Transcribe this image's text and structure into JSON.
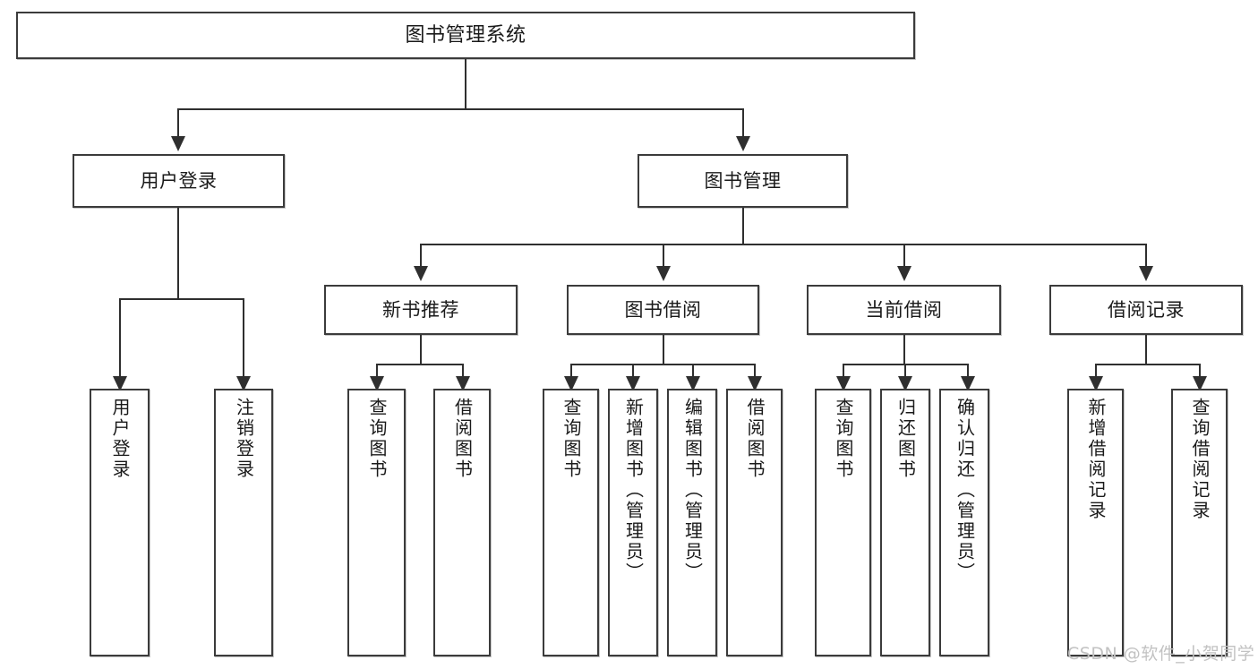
{
  "diagram": {
    "type": "tree-hierarchy-diagram",
    "title": "图书管理系统",
    "colors": {
      "box_border": "#3b3b3b",
      "box_fill": "#ffffff",
      "connector": "#2f2f2f",
      "text": "#1a1a1a",
      "watermark": "#c2c2c2",
      "background": "#ffffff"
    },
    "root": {
      "label": "图书管理系统"
    },
    "level1": [
      {
        "label": "用户登录"
      },
      {
        "label": "图书管理"
      }
    ],
    "level2": [
      {
        "label": "新书推荐"
      },
      {
        "label": "图书借阅"
      },
      {
        "label": "当前借阅"
      },
      {
        "label": "借阅记录"
      }
    ],
    "leaves": {
      "user_login": [
        {
          "label": "用户登录"
        },
        {
          "label": "注销登录"
        }
      ],
      "new_book_recommend": [
        {
          "label": "查询图书"
        },
        {
          "label": "借阅图书"
        }
      ],
      "book_borrow": [
        {
          "label": "查询图书"
        },
        {
          "label": "新增图书（管理员）"
        },
        {
          "label": "编辑图书（管理员）"
        },
        {
          "label": "借阅图书"
        }
      ],
      "current_borrow": [
        {
          "label": "查询图书"
        },
        {
          "label": "归还图书"
        },
        {
          "label": "确认归还（管理员）"
        }
      ],
      "borrow_record": [
        {
          "label": "新增借阅记录"
        },
        {
          "label": "查询借阅记录"
        }
      ]
    }
  },
  "watermark": {
    "text": "CSDN @软件_小贺同学"
  }
}
